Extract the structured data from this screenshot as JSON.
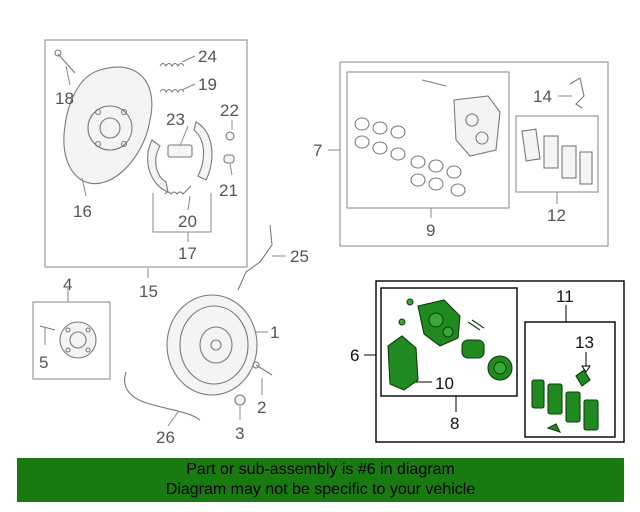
{
  "callouts": {
    "c1": "1",
    "c2": "2",
    "c3": "3",
    "c4": "4",
    "c5": "5",
    "c6": "6",
    "c7": "7",
    "c8": "8",
    "c9": "9",
    "c10": "10",
    "c11": "11",
    "c12": "12",
    "c13": "13",
    "c14": "14",
    "c15": "15",
    "c16": "16",
    "c17": "17",
    "c18": "18",
    "c19": "19",
    "c20": "20",
    "c21": "21",
    "c22": "22",
    "c23": "23",
    "c24": "24",
    "c25": "25",
    "c26": "26"
  },
  "banner": {
    "line1": "Part or sub-assembly is #6 in diagram",
    "line2": "Diagram may not be specific to your vehicle"
  },
  "colors": {
    "highlight": "#1f8a1f",
    "banner_bg": "#1a7a12"
  }
}
